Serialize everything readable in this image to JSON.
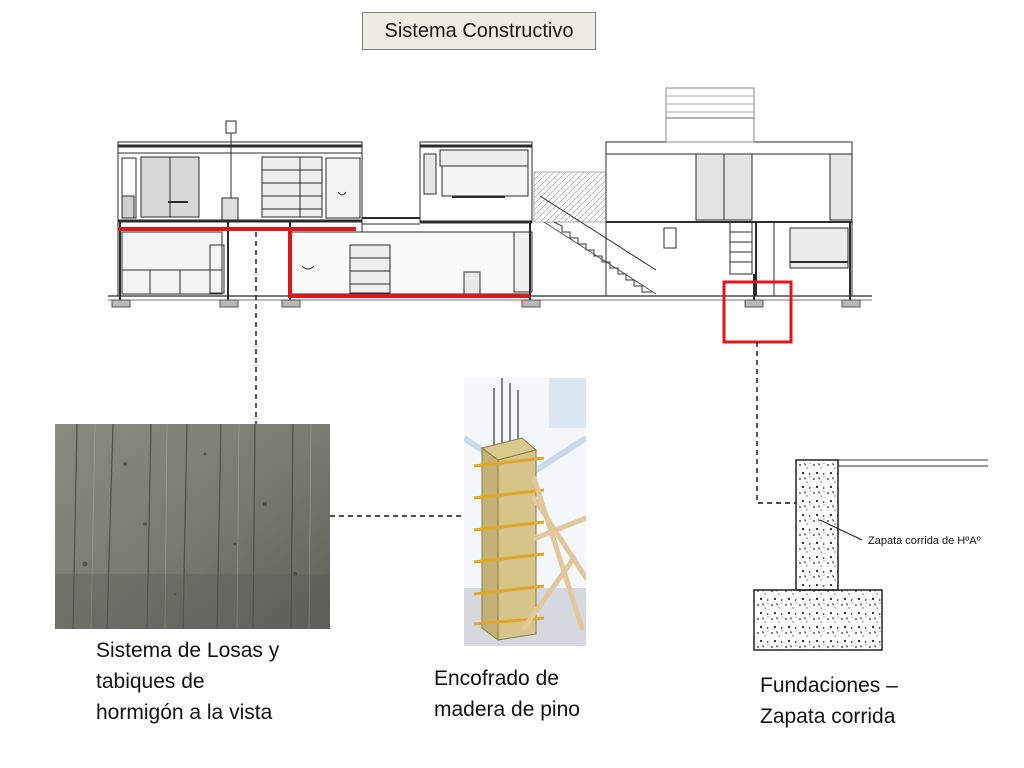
{
  "title": "Sistema Constructivo",
  "captions": {
    "losas": [
      "Sistema de Losas y",
      "tabiques de",
      "hormigón a la vista"
    ],
    "encofrado": [
      "Encofrado de",
      "madera de pino"
    ],
    "fundaciones": [
      "Fundaciones –",
      "Zapata corrida"
    ]
  },
  "footing_label": "Zapata corrida de HºAº",
  "colors": {
    "highlight": "#e3131b",
    "line": "#2b2b2b",
    "concrete": "#7d7e76",
    "timber": "#cdbb84"
  }
}
